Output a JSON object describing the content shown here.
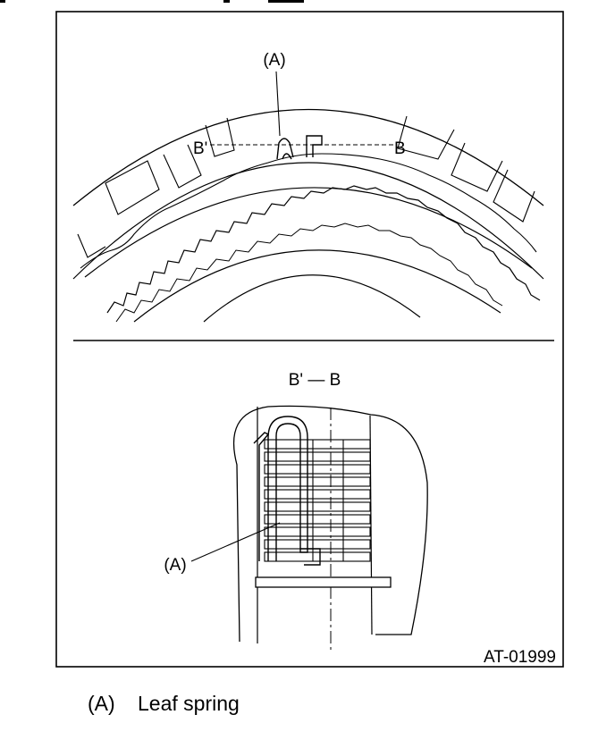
{
  "top_view": {
    "callout": "(A)",
    "section_left": "B'",
    "section_right": "B"
  },
  "section_view": {
    "title": "B' — B",
    "callout": "(A)"
  },
  "figure_code": "AT-01999",
  "caption": {
    "key": "(A)",
    "text": "Leaf spring"
  },
  "colors": {
    "ink": "#000000",
    "paper": "#ffffff"
  }
}
